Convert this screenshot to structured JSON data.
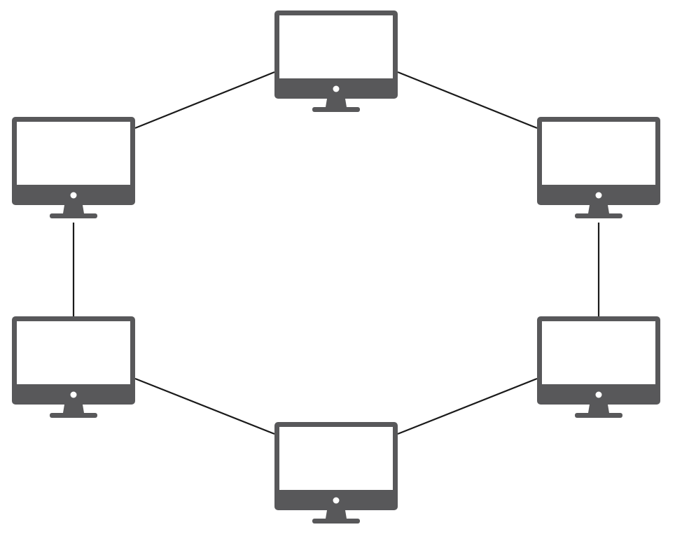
{
  "diagram": {
    "topology": "ring",
    "node_icon": "monitor-icon",
    "nodes": [
      {
        "id": "top"
      },
      {
        "id": "upper-right"
      },
      {
        "id": "lower-right"
      },
      {
        "id": "bottom"
      },
      {
        "id": "lower-left"
      },
      {
        "id": "upper-left"
      }
    ],
    "links": [
      [
        "top",
        "upper-right"
      ],
      [
        "upper-right",
        "lower-right"
      ],
      [
        "lower-right",
        "bottom"
      ],
      [
        "bottom",
        "lower-left"
      ],
      [
        "lower-left",
        "upper-left"
      ],
      [
        "upper-left",
        "top"
      ]
    ],
    "colors": {
      "device": "#58585a",
      "screen": "#ffffff",
      "link": "#1a1a1a",
      "background": "#ffffff"
    }
  }
}
